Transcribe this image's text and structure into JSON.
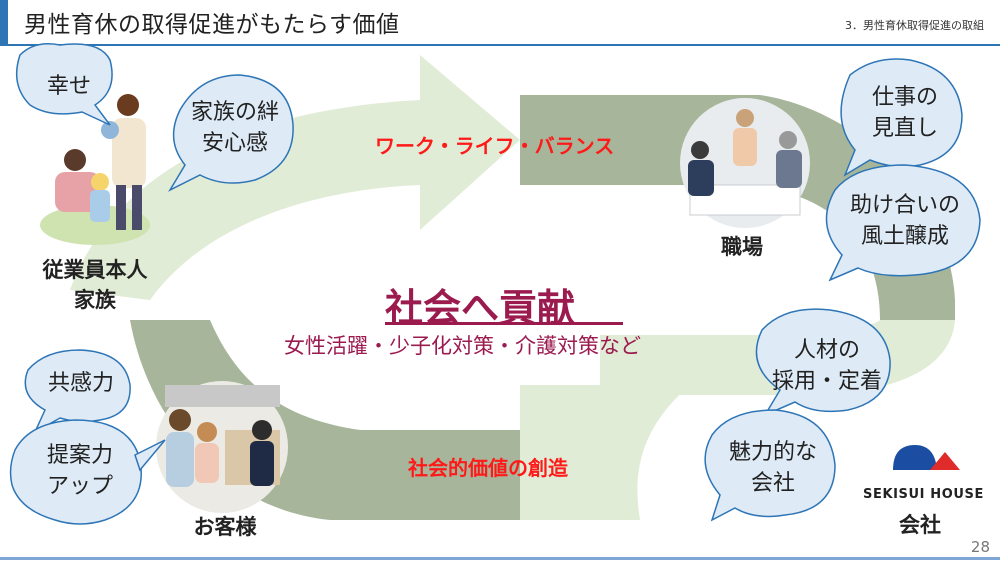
{
  "header": {
    "title": "男性育休の取得促進がもたらす価値",
    "section": "3．男性育休取得促進の取組"
  },
  "arrows": {
    "top_label": "ワーク・ライフ・バランス",
    "bottom_label": "社会的価値の創造"
  },
  "center": {
    "title": "社会へ貢献",
    "subtitle": "女性活躍・少子化対策・介護対策など"
  },
  "groups": {
    "employee": {
      "label_line1": "従業員本人",
      "label_line2": "家族",
      "bubbles": [
        {
          "line1": "幸せ",
          "line2": ""
        },
        {
          "line1": "家族の絆",
          "line2": "安心感"
        }
      ]
    },
    "workplace": {
      "label": "職場",
      "bubbles": [
        {
          "line1": "仕事の",
          "line2": "見直し"
        },
        {
          "line1": "助け合いの",
          "line2": "風土醸成"
        }
      ]
    },
    "company": {
      "label": "会社",
      "logo_text": "SEKISUI HOUSE",
      "bubbles": [
        {
          "line1": "人材の",
          "line2": "採用・定着"
        },
        {
          "line1": "魅力的な",
          "line2": "会社"
        }
      ]
    },
    "customer": {
      "label": "お客様",
      "bubbles": [
        {
          "line1": "共感力",
          "line2": ""
        },
        {
          "line1": "提案力",
          "line2": "アップ"
        }
      ]
    }
  },
  "footer": {
    "page_number": "28"
  }
}
